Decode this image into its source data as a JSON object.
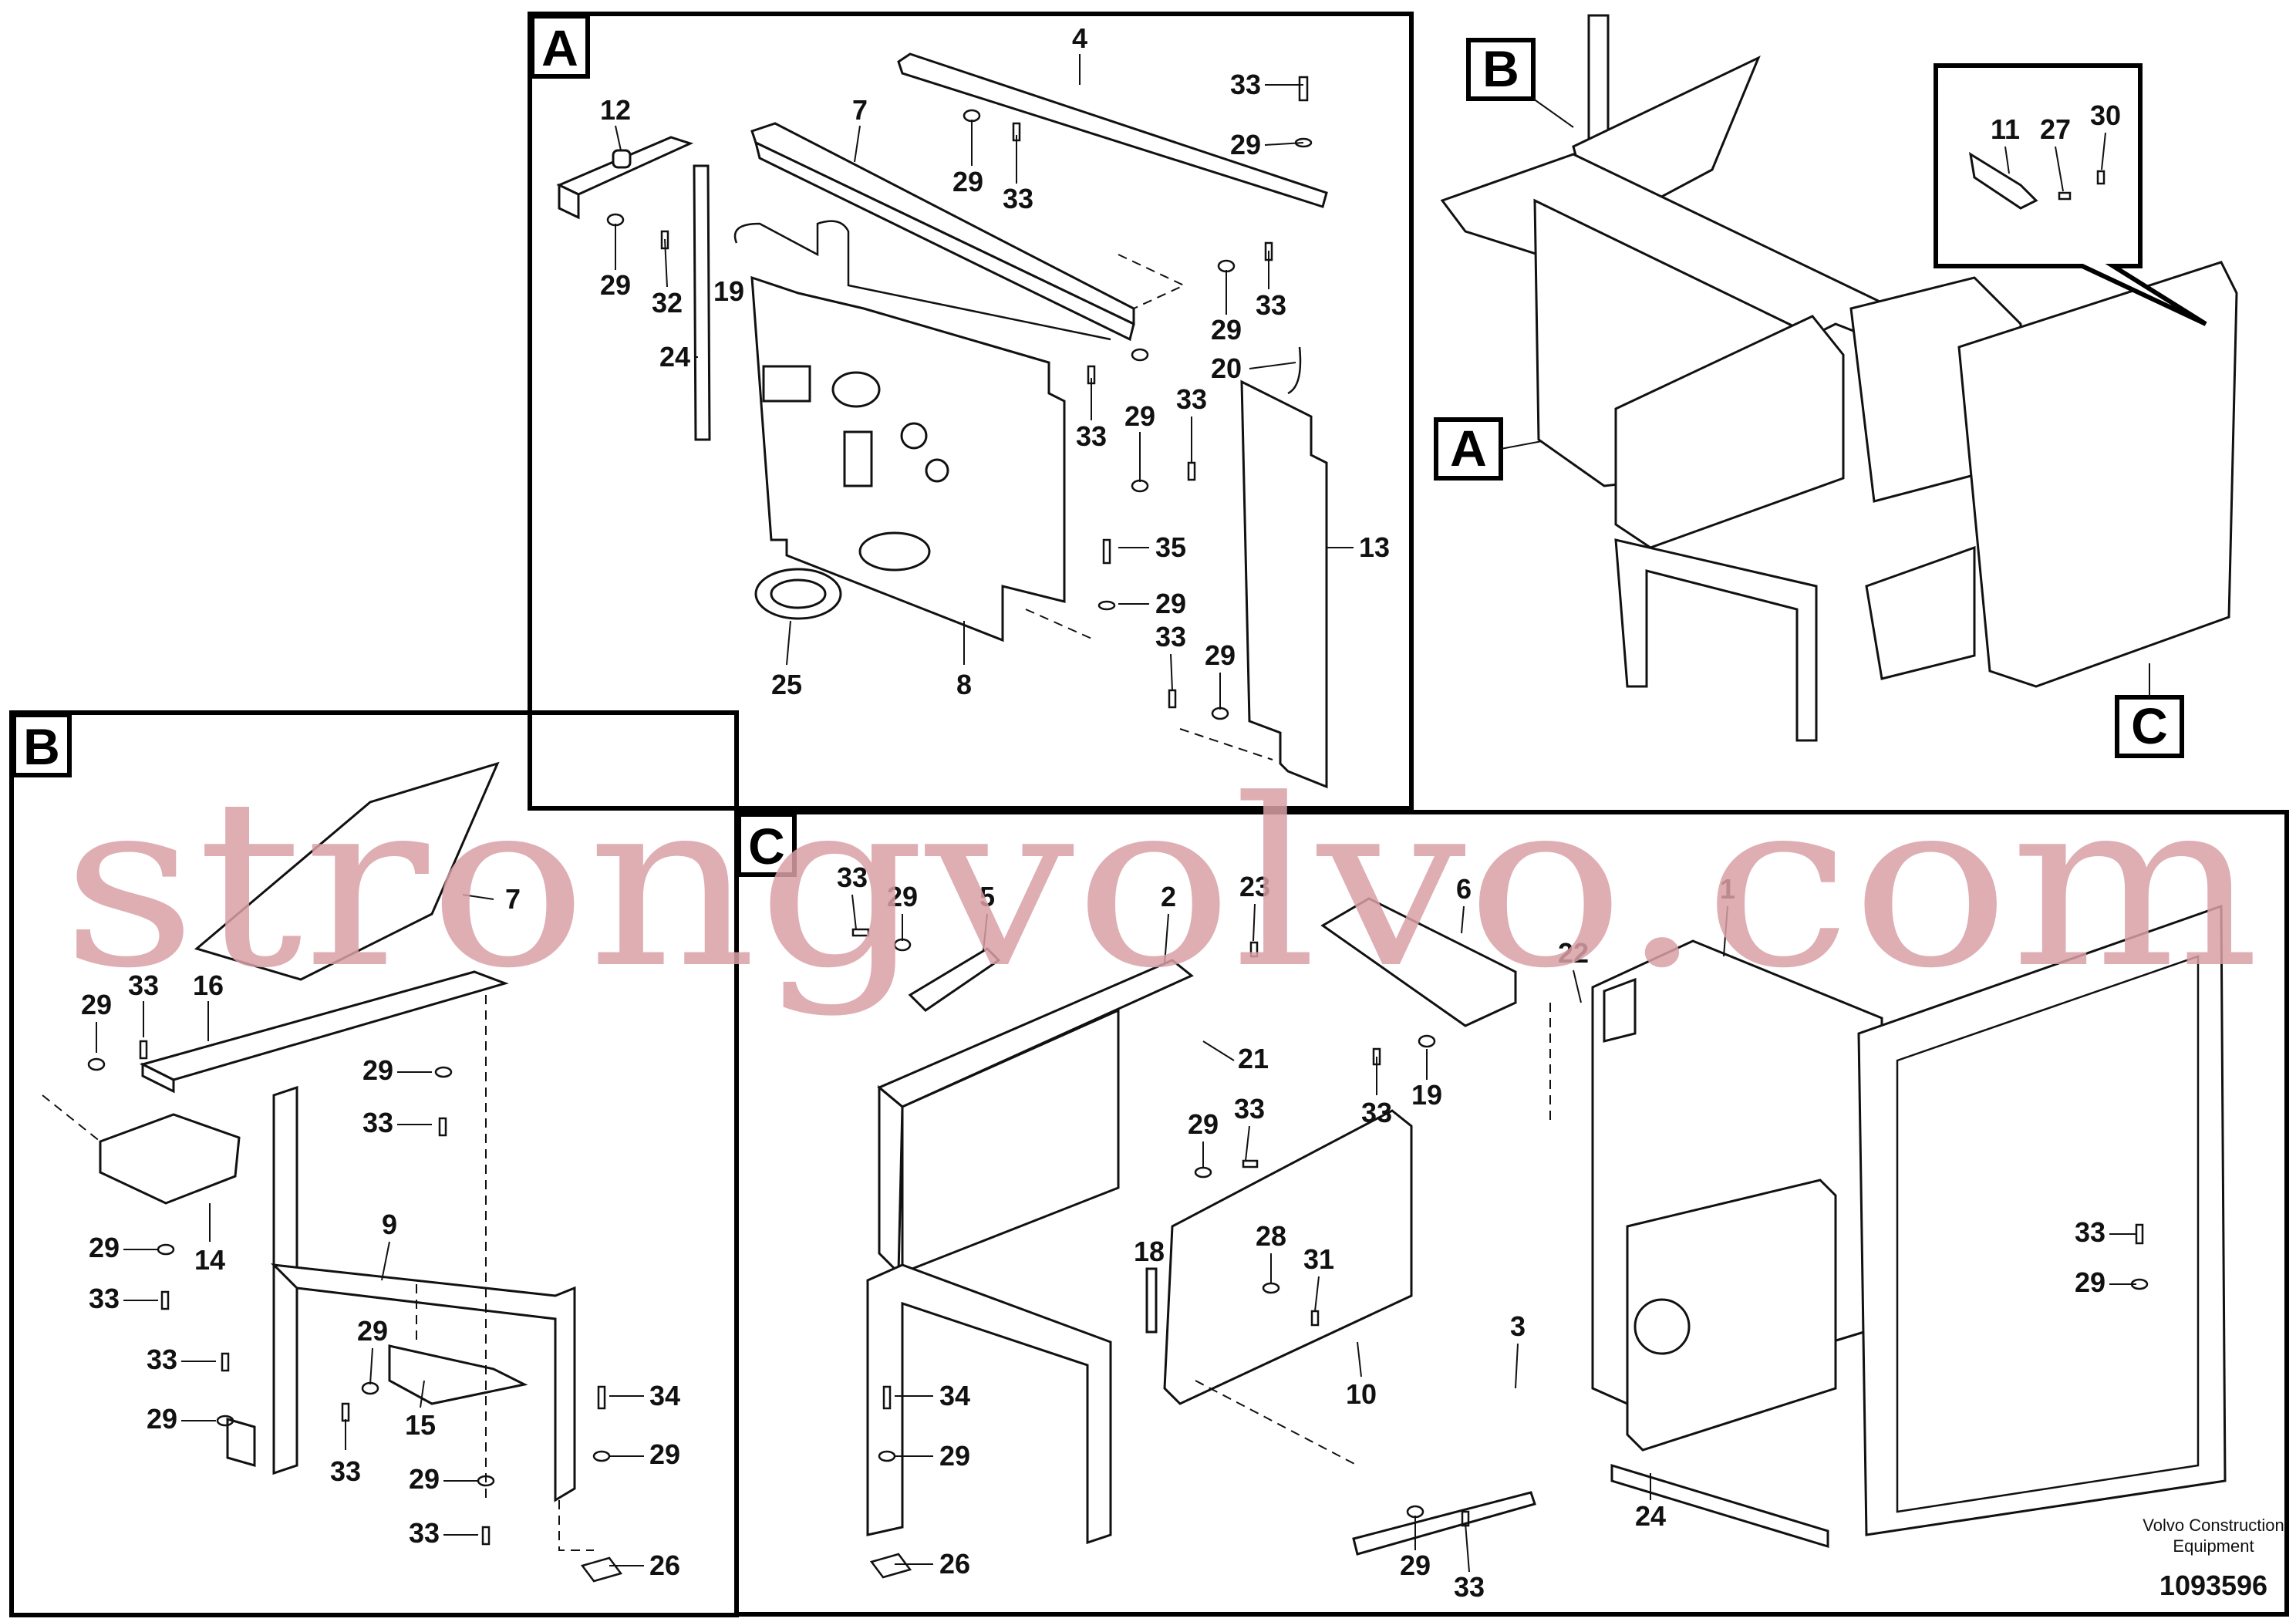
{
  "panels": {
    "A": {
      "tag": "A"
    },
    "B": {
      "tag": "B"
    },
    "C": {
      "tag": "C"
    }
  },
  "overview_tags": {
    "B": "B",
    "A": "A",
    "C": "C"
  },
  "callouts": {
    "A": {
      "p4": "4",
      "p7": "7",
      "p12": "12",
      "p33a": "33",
      "p29a": "29",
      "p29b": "29",
      "p33b": "33",
      "p29c": "29",
      "p32": "32",
      "p19": "19",
      "p33c": "33",
      "p29d": "29",
      "p20": "20",
      "p24": "24",
      "p33d": "33",
      "p29e": "29",
      "p33e": "33",
      "p13": "13",
      "p35": "35",
      "p29f": "29",
      "p33f": "33",
      "p29g": "29",
      "p25": "25",
      "p8": "8"
    },
    "inset": {
      "p11": "11",
      "p27": "27",
      "p30": "30"
    },
    "B": {
      "p7": "7",
      "p16": "16",
      "p29a": "29",
      "p33a": "33",
      "p29b": "29",
      "p33b": "33",
      "p14": "14",
      "p29c": "29",
      "p33c": "33",
      "p9": "9",
      "p33d": "33",
      "p29d": "29",
      "p29e": "29",
      "p33e": "33",
      "p15": "15",
      "p34": "34",
      "p29f": "29",
      "p29g": "29",
      "p33f": "33",
      "p26": "26"
    },
    "C": {
      "p33a": "33",
      "p29a": "29",
      "p5": "5",
      "p2": "2",
      "p23": "23",
      "p6": "6",
      "p1": "1",
      "p22": "22",
      "p21": "21",
      "p33b": "33",
      "p19": "19",
      "p29b": "29",
      "p33c": "33",
      "p28": "28",
      "p31": "31",
      "p33d": "33",
      "p29c": "29",
      "p18": "18",
      "p10": "10",
      "p3": "3",
      "p34": "34",
      "p29d": "29",
      "p26": "26",
      "p24": "24",
      "p29e": "29",
      "p33e": "33"
    }
  },
  "footer": {
    "brand_line1": "Volvo Construction",
    "brand_line2": "Equipment",
    "drawing_number": "1093596"
  },
  "watermark": "strongvolvo.com"
}
